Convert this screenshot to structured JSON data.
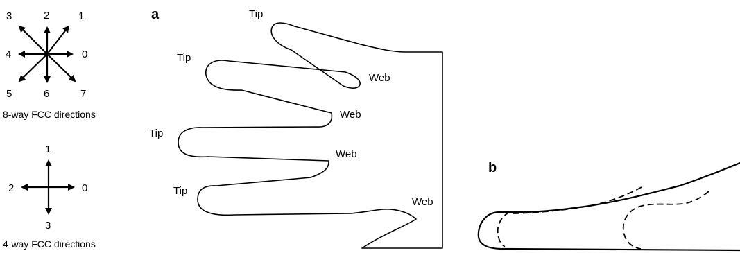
{
  "fcc8": {
    "labels": [
      "0",
      "1",
      "2",
      "3",
      "4",
      "5",
      "6",
      "7"
    ],
    "caption": "8-way FCC directions"
  },
  "fcc4": {
    "labels": [
      "0",
      "1",
      "2",
      "3"
    ],
    "caption": "4-way FCC directions"
  },
  "panel_a": {
    "letter": "a",
    "tips": [
      "Tip",
      "Tip",
      "Tip",
      "Tip"
    ],
    "webs": [
      "Web",
      "Web",
      "Web",
      "Web"
    ]
  },
  "panel_b": {
    "letter": "b"
  }
}
